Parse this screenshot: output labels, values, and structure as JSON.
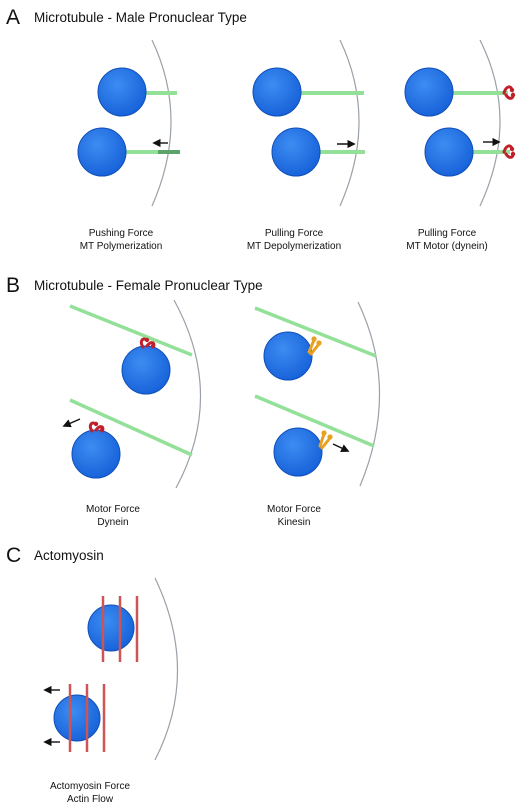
{
  "colors": {
    "nucleus": "#1c6fe6",
    "nucleus_edge": "#0f4fb8",
    "microtubule": "#93e098",
    "microtubule_dark": "#5aa36a",
    "dynein": "#c0202a",
    "kinesin": "#e8a020",
    "actin": "#cc5555",
    "cortex": "#9aa0a8",
    "arrow": "#111111"
  },
  "section_a": {
    "letter": "A",
    "title": "Microtubule - Male Pronuclear Type",
    "captions": [
      {
        "line1": "Pushing Force",
        "line2": "MT Polymerization"
      },
      {
        "line1": "Pulling Force",
        "line2": "MT Depolymerization"
      },
      {
        "line1": "Pulling Force",
        "line2": "MT Motor (dynein)"
      }
    ]
  },
  "section_b": {
    "letter": "B",
    "title": "Microtubule - Female Pronuclear Type",
    "captions": [
      {
        "line1": "Motor Force",
        "line2": "Dynein"
      },
      {
        "line1": "Motor Force",
        "line2": "Kinesin"
      }
    ]
  },
  "section_c": {
    "letter": "C",
    "title": "Actomyosin",
    "captions": [
      {
        "line1": "Actomyosin Force",
        "line2": "Actin Flow"
      }
    ]
  }
}
